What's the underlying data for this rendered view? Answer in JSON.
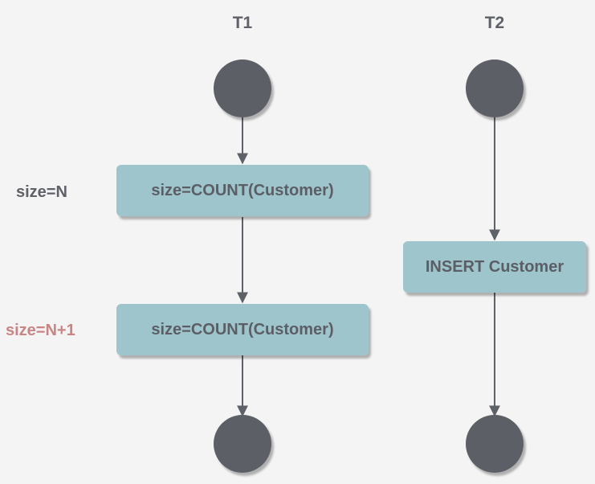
{
  "lanes": [
    {
      "title": "T1"
    },
    {
      "title": "T2"
    }
  ],
  "nodes": {
    "t1_count_1": "size=COUNT(Customer)",
    "t1_count_2": "size=COUNT(Customer)",
    "t2_insert": "INSERT Customer"
  },
  "annotations": {
    "first_read": {
      "text": "size=N",
      "color": "#5f6168"
    },
    "second_read": {
      "text": "size=N+1",
      "color": "#c98583"
    }
  },
  "colors": {
    "background": "#f4f4f4",
    "terminal": "#5d5f66",
    "action_box": "#9fc5cc",
    "connector": "#5f6168",
    "node_text": "#5c5e66"
  }
}
